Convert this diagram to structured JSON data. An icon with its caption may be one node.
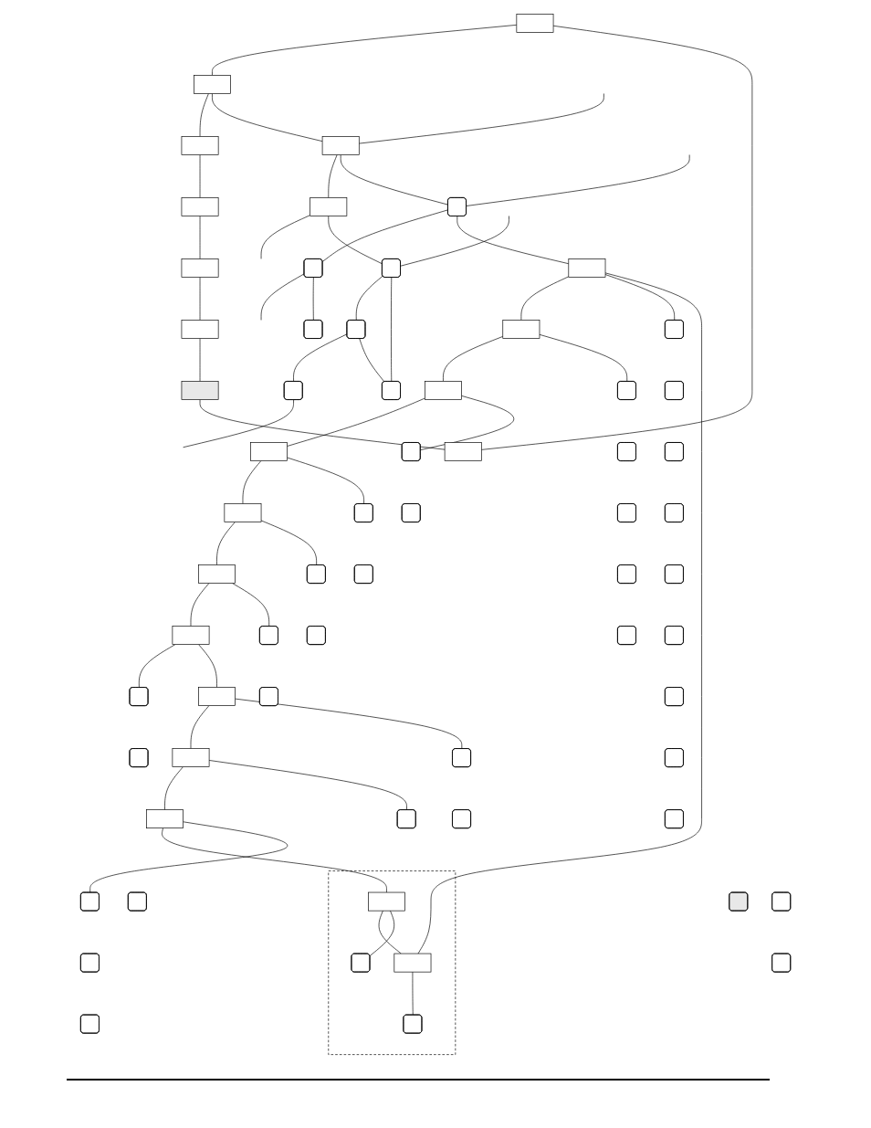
{
  "diagram": {
    "nodes": [
      {
        "text": [],
        "shape": "box"
      },
      {
        "text": [],
        "shape": "box"
      },
      {
        "text": [],
        "shape": "box"
      },
      {
        "text": [],
        "shape": "box"
      },
      {
        "text": [],
        "shape": "box"
      },
      {
        "text": [],
        "shape": "box"
      },
      {
        "text": [],
        "shape": "box"
      },
      {
        "text": [],
        "shape": "box"
      },
      {
        "text": [],
        "shape": "box"
      },
      {
        "text": [],
        "shape": "pill"
      },
      {
        "text": [],
        "shape": "pill"
      },
      {
        "text": [],
        "shape": "pill"
      },
      {
        "text": [],
        "shape": "box"
      },
      {
        "text": [],
        "shape": "pill"
      },
      {
        "text": [],
        "shape": "pill"
      },
      {
        "text": [],
        "shape": "pill"
      },
      {
        "text": [],
        "shape": "pill"
      },
      {
        "text": [],
        "shape": "box"
      },
      {
        "text": [],
        "shape": "pill"
      },
      {
        "text": [],
        "shape": "pill"
      },
      {
        "text": [],
        "shape": "pill"
      },
      {
        "text": [],
        "shape": "pill"
      },
      {
        "text": [],
        "shape": "pill"
      },
      {
        "text": [],
        "shape": "pill"
      },
      {
        "text": [],
        "shape": "pill"
      },
      {
        "text": [],
        "shape": "pill"
      },
      {
        "text": [],
        "shape": "pill"
      },
      {
        "text": [],
        "shape": "pill"
      },
      {
        "text": [],
        "shape": "pill"
      },
      {
        "text": [],
        "shape": "box"
      },
      {
        "text": [],
        "shape": "pill"
      },
      {
        "text": [],
        "shape": "pill"
      },
      {
        "text": [],
        "shape": "pill"
      },
      {
        "text": [],
        "shape": "pill"
      },
      {
        "text": [],
        "shape": "pill"
      },
      {
        "text": [],
        "shape": "box"
      },
      {
        "text": [],
        "shape": "pill"
      },
      {
        "text": [],
        "shape": "pill"
      },
      {
        "text": [],
        "shape": "box"
      },
      {
        "text": [],
        "shape": "pill"
      },
      {
        "text": [],
        "shape": "pill"
      },
      {
        "text": [],
        "shape": "box"
      },
      {
        "text": [],
        "shape": "pill"
      },
      {
        "text": [],
        "shape": "pill"
      },
      {
        "text": [],
        "shape": "box"
      },
      {
        "text": [],
        "shape": "pill"
      },
      {
        "text": [],
        "shape": "pill"
      },
      {
        "text": [],
        "shape": "box"
      },
      {
        "text": [],
        "shape": "pill"
      },
      {
        "text": [],
        "shape": "pill"
      },
      {
        "text": [],
        "shape": "box"
      },
      {
        "text": [],
        "shape": "pill"
      },
      {
        "text": [],
        "shape": "pill"
      },
      {
        "text": [],
        "shape": "pill"
      },
      {
        "text": [],
        "shape": "box"
      },
      {
        "text": [],
        "shape": "pill"
      },
      {
        "text": [],
        "shape": "pill"
      },
      {
        "text": [],
        "shape": "box"
      },
      {
        "text": [],
        "shape": "pill"
      },
      {
        "text": [],
        "shape": "pill"
      },
      {
        "text": [],
        "shape": "pill"
      },
      {
        "text": [],
        "shape": "box"
      },
      {
        "text": [],
        "shape": "box",
        "in": 61
      },
      {
        "text": [],
        "shape": "pill",
        "in": 61
      },
      {
        "text": [],
        "shape": "box",
        "in": 61
      },
      {
        "text": [],
        "shape": "pill",
        "in": 61
      }
    ],
    "edges": [
      {
        "from": 0,
        "to": 1,
        "arrow": "none"
      },
      {
        "from": 1,
        "to": 2,
        "arrow": "none"
      },
      {
        "from": 2,
        "to": 3,
        "arrow": "none"
      },
      {
        "from": 3,
        "to": 4,
        "arrow": "none"
      },
      {
        "from": 4,
        "to": 5,
        "arrow": "none"
      },
      {
        "from": 5,
        "to": 6,
        "arrow": "none"
      },
      {
        "from": 6,
        "to": 7,
        "arrow": "none"
      },
      {
        "from": 7,
        "to": 0,
        "arrow": "none"
      },
      {
        "from": 1,
        "to": 8,
        "arrow": "none"
      },
      {
        "from": null,
        "to": 8,
        "arrow": "none"
      },
      {
        "from": 8,
        "to": 12,
        "arrow": "none"
      },
      {
        "from": 12,
        "to": null,
        "arrow": "none"
      },
      {
        "from": 8,
        "to": 9,
        "arrow": "none"
      },
      {
        "from": null,
        "to": 9,
        "arrow": "none"
      },
      {
        "from": 9,
        "to": 10,
        "arrow": "none"
      },
      {
        "from": 10,
        "to": null,
        "arrow": "none"
      },
      {
        "from": 10,
        "to": 11,
        "arrow": "none"
      },
      {
        "from": 12,
        "to": 13,
        "arrow": "none"
      },
      {
        "from": null,
        "to": 13,
        "arrow": "none"
      },
      {
        "from": 13,
        "to": 14,
        "arrow": "none"
      },
      {
        "from": 14,
        "to": 15,
        "arrow": "none"
      },
      {
        "from": 15,
        "to": null,
        "arrow": "none"
      },
      {
        "from": 13,
        "to": 16,
        "arrow": "none"
      },
      {
        "from": 14,
        "to": 16,
        "arrow": "none"
      },
      {
        "from": 9,
        "to": 17,
        "arrow": "none"
      },
      {
        "from": 17,
        "to": 29,
        "arrow": "none"
      },
      {
        "from": 29,
        "to": 35,
        "arrow": "none"
      },
      {
        "from": 35,
        "to": 38,
        "arrow": "none"
      },
      {
        "from": 38,
        "to": 41,
        "arrow": "none"
      },
      {
        "from": 41,
        "to": 44,
        "arrow": "none"
      },
      {
        "from": 44,
        "to": 47,
        "arrow": "none"
      },
      {
        "from": 17,
        "to": 18,
        "arrow": "none"
      },
      {
        "from": 29,
        "to": 30,
        "arrow": "none"
      },
      {
        "from": 35,
        "to": 36,
        "arrow": "none"
      },
      {
        "from": 38,
        "to": 39,
        "arrow": "none"
      },
      {
        "from": 41,
        "to": 42,
        "arrow": "none"
      },
      {
        "from": 44,
        "to": 45,
        "arrow": "none"
      },
      {
        "from": 47,
        "to": 48,
        "arrow": "none"
      },
      {
        "from": 47,
        "to": 50,
        "arrow": "none"
      },
      {
        "from": 50,
        "to": 54,
        "arrow": "none"
      },
      {
        "from": 54,
        "to": 57,
        "arrow": "none"
      },
      {
        "from": 57,
        "to": 62,
        "arrow": "none"
      },
      {
        "from": 62,
        "to": 64,
        "arrow": "none"
      },
      {
        "from": 64,
        "to": 17,
        "arrow": "none"
      },
      {
        "from": 50,
        "to": 51,
        "arrow": "none"
      },
      {
        "from": 54,
        "to": 55,
        "arrow": "none"
      },
      {
        "from": 57,
        "to": 58,
        "arrow": "none"
      },
      {
        "from": 62,
        "to": 63,
        "arrow": "none"
      },
      {
        "from": 64,
        "to": 65,
        "arrow": "none"
      }
    ]
  }
}
